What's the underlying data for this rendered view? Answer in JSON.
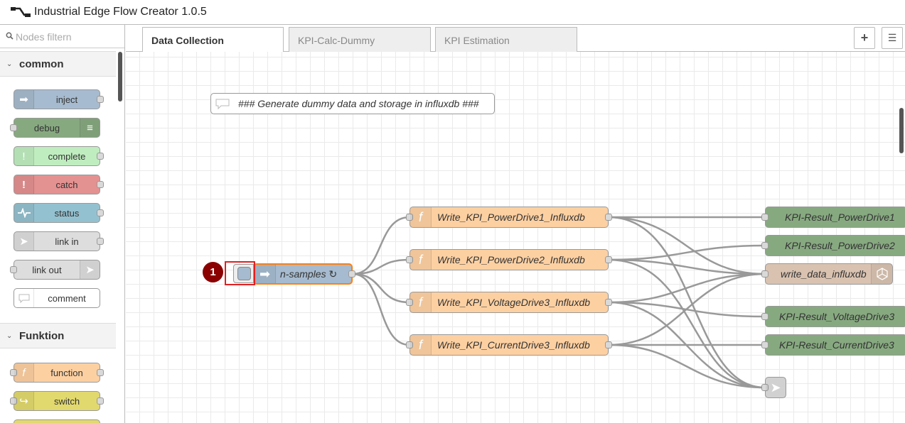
{
  "app": {
    "title": "Industrial Edge Flow Creator 1.0.5"
  },
  "palette": {
    "search_placeholder": "Nodes filtern",
    "categories": [
      {
        "name": "common",
        "nodes": [
          {
            "label": "inject",
            "color": "#a6bbcf",
            "icon": "arrow-in-icon"
          },
          {
            "label": "debug",
            "color": "#87a980",
            "icon": "list-icon"
          },
          {
            "label": "complete",
            "color": "#c0edc0",
            "icon": "exclamation-icon"
          },
          {
            "label": "catch",
            "color": "#e49191",
            "icon": "exclamation-icon"
          },
          {
            "label": "status",
            "color": "#94c1d0",
            "icon": "pulse-icon"
          },
          {
            "label": "link in",
            "color": "#dddddd",
            "icon": "link-in-icon"
          },
          {
            "label": "link out",
            "color": "#dddddd",
            "icon": "link-out-icon"
          },
          {
            "label": "comment",
            "color": "#ffffff",
            "icon": "comment-icon"
          }
        ]
      },
      {
        "name": "Funktion",
        "nodes": [
          {
            "label": "function",
            "color": "#fdd0a2",
            "icon": "function-icon"
          },
          {
            "label": "switch",
            "color": "#e2d96e",
            "icon": "switch-icon"
          }
        ]
      }
    ]
  },
  "tabs": [
    {
      "label": "Data Collection",
      "active": true
    },
    {
      "label": "KPI-Calc-Dummy",
      "active": false
    },
    {
      "label": "KPI Estimation",
      "active": false
    }
  ],
  "flow": {
    "comment": "### Generate dummy data and storage in influxdb ###",
    "inject": {
      "label": "n-samples ↻",
      "color": "#a6bbcf"
    },
    "step_badge": "1",
    "functions": [
      {
        "label": "Write_KPI_PowerDrive1_Influxdb"
      },
      {
        "label": "Write_KPI_PowerDrive2_Influxdb"
      },
      {
        "label": "Write_KPI_VoltageDrive3_Influxdb"
      },
      {
        "label": "Write_KPI_CurrentDrive3_Influxdb"
      }
    ],
    "function_color": "#fdd0a2",
    "outputs": [
      {
        "label": "KPI-Result_PowerDrive1",
        "color": "#87a980"
      },
      {
        "label": "KPI-Result_PowerDrive2",
        "color": "#87a980"
      },
      {
        "label": "write_data_influxdb",
        "color": "#d9c2b0"
      },
      {
        "label": "KPI-Result_VoltageDrive3",
        "color": "#87a980"
      },
      {
        "label": "KPI-Result_CurrentDrive3",
        "color": "#87a980"
      }
    ]
  }
}
